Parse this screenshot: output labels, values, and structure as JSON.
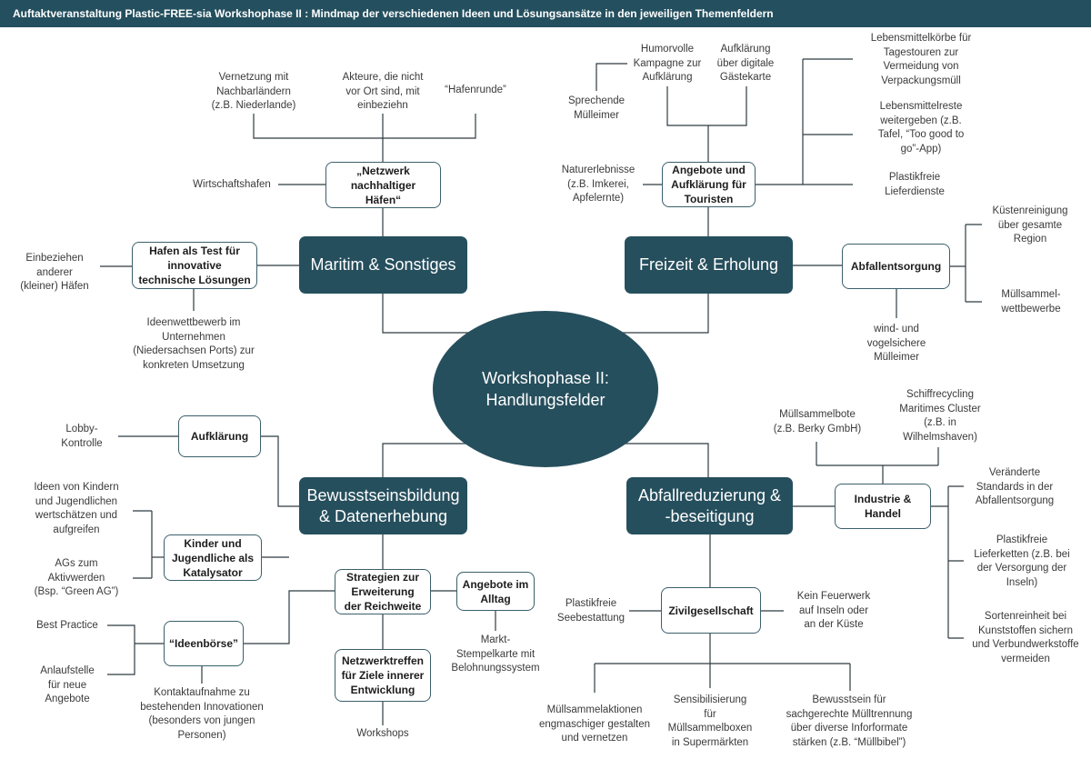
{
  "header": {
    "title": "Auftaktveranstaltung Plastic-FREE-sia Workshophase II : Mindmap der verschiedenen Ideen und  Lösungsansätze in den jeweiligen Themenfeldern"
  },
  "center": "Workshophase II:\nHandlungsfelder",
  "maritim": {
    "title": "Maritim & Sonstiges",
    "netzwerk": {
      "label": "„Netzwerk\nnachhaltiger\nHäfen“",
      "leaves": {
        "vernetzung": "Vernetzung mit\nNachbarländern\n(z.B. Niederlande)",
        "akteure": "Akteure, die nicht\nvor Ort sind, mit\neinbeziehn",
        "hafenrunde": "“Hafenrunde”",
        "wirtschaftshafen": "Wirtschaftshafen"
      }
    },
    "hafen_test": {
      "label": "Hafen als Test für\ninnovative\ntechnische Lösungen",
      "leaves": {
        "einbeziehen": "Einbeziehen anderer\n(kleiner) Häfen",
        "ideenwettbewerb": "Ideenwettbewerb im\nUnternehmen\n(Niedersachsen Ports) zur\nkonkreten Umsetzung"
      }
    }
  },
  "freizeit": {
    "title": "Freizeit & Erholung",
    "angebote": {
      "label": "Angebote und\nAufklärung für\nTouristen",
      "leaves": {
        "humorvolle": "Humorvolle\nKampagne zur\nAufklärung",
        "aufklaerung": "Aufklärung\nüber digitale\nGästekarte",
        "sprechende": "Sprechende\nMülleimer",
        "naturerlebnisse": "Naturerlebnisse\n(z.B. Imkerei,\nApfelernte)",
        "lebensmittelkoerbe": "Lebensmittelkörbe für\nTagestouren zur\nVermeidung von\nVerpackungsmüll",
        "lebensmittelreste": "Lebensmittelreste\nweitergeben (z.B.\nTafel, “Too good to\ngo”-App)",
        "plastikfreie": "Plastikfreie\nLieferdienste"
      }
    },
    "abfallentsorgung": {
      "label": "Abfallentsorgung",
      "leaves": {
        "kuestenreinigung": "Küstenreinigung\nüber gesamte\nRegion",
        "muellsammel": "Müllsammel-\nwettbewerbe",
        "wind": "wind- und\nvogelsichere\nMülleimer"
      }
    }
  },
  "bewusstsein": {
    "title": "Bewusstseinsbildung\n& Datenerhebung",
    "aufklaerung": {
      "label": "Aufklärung",
      "leaves": {
        "lobby": "Lobby-\nKontrolle"
      }
    },
    "kinder": {
      "label": "Kinder und\nJugendliche als\nKatalysator",
      "leaves": {
        "ideen": "Ideen von Kindern\nund Jugendlichen\nwertschätzen und\naufgreifen",
        "ags": "AGs zum\nAktivwerden\n(Bsp. “Green AG”)"
      }
    },
    "ideenboerse": {
      "label": "“Ideenbörse”",
      "leaves": {
        "best": "Best Practice",
        "anlauf": "Anlaufstelle\nfür neue\nAngebote",
        "kontakt": "Kontaktaufnahme zu\nbestehenden Innovationen\n(besonders von jungen\nPersonen)"
      }
    },
    "strategien": {
      "label": "Strategien zur\nErweiterung\nder Reichweite"
    },
    "angebote_alltag": {
      "label": "Angebote im\nAlltag",
      "leaves": {
        "markt": "Markt-\nStempelkarte mit\nBelohnungssystem"
      }
    },
    "netzwerktreffen": {
      "label": "Netzwerktreffen\nfür Ziele innerer\nEntwicklung",
      "leaves": {
        "workshops": "Workshops"
      }
    }
  },
  "abfall": {
    "title": "Abfallreduzierung &\n-beseitigung",
    "industrie": {
      "label": "Industrie &\nHandel",
      "leaves": {
        "muellsammelbote": "Müllsammelbote\n(z.B. Berky GmbH)",
        "schiffrecycling": "Schiffrecycling\nMaritimes Cluster\n(z.B. in\nWilhelmshaven)",
        "veraenderte": "Veränderte\nStandards in der\nAbfallentsorgung",
        "plastikfreie_liefer": "Plastikfreie\nLieferketten (z.B. bei\nder Versorgung der\nInseln)",
        "sortenreinheit": "Sortenreinheit bei\nKunststoffen sichern\nund Verbundwerkstoffe\nvermeiden"
      }
    },
    "zivil": {
      "label": "Zivilgesellschaft",
      "leaves": {
        "seebestattung": "Plastikfreie\nSeebestattung",
        "feuerwerk": "Kein Feuerwerk\nauf Inseln oder\nan der Küste",
        "muellsammelaktionen": "Müllsammelaktionen\nengmaschiger gestalten\nund vernetzen",
        "sensibilisierung": "Sensibilisierung\nfür\nMüllsammelboxen\nin Supermärkten",
        "bewusstsein_trennung": "Bewusstsein für\nsachgerechte Mülltrennung\nüber diverse Inforformate\nstärken (z.B. “Müllbibel”)"
      }
    }
  },
  "colors": {
    "header_bg": "#244f5e",
    "node_fill": "#264f5d",
    "line": "#2f3b40"
  }
}
